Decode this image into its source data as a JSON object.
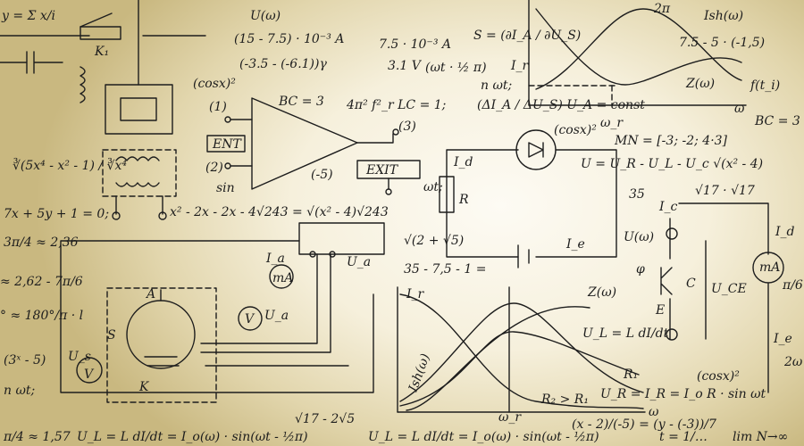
{
  "colors": {
    "ink": "#1d1d1d",
    "paper_center": "#fdfbf4",
    "paper_edge": "#c9b880"
  },
  "formulas": [
    "y = Σ x/i",
    "U(ω)",
    "S = (∂I_A / ∂U_S)",
    "2π",
    "Ish(ω)",
    "7.5 - 5 · (-1,5)",
    "f(t_i)",
    "BC = 3",
    "(15 - 7.5) · 10⁻³ A",
    "(-3.5 - (-6.1))γ",
    "7.5 · 10⁻³ A",
    "3.1 V",
    "(ωt · ½ π)",
    "K₁",
    "(cosx)²",
    "BC = 3",
    "4π² f²_r LC = 1;",
    "(ΔI_A / ΔU_S) U_A = const",
    "n ωt;",
    "I_r",
    "Z(ω)",
    "ω_r",
    "ω",
    "(1)",
    "ENT",
    "(2)",
    "sin",
    "(3)",
    "(-5)",
    "EXIT",
    "(cosx)²",
    "MN = [-3; -2; 4·3]",
    "∛(5x⁴ - x² - 1) / ∛x⁴",
    "U = U_R - U_L - U_c √(x² - 4)",
    "I_d",
    "R",
    "ωt;",
    "I_e",
    "35",
    "√17 · √17",
    "7x + 5y + 1 = 0;",
    "x² - 2x - 2x - 4√243 = √(x² - 4)√243",
    "I_c",
    "U(ω)",
    "I_d",
    "mA",
    "3π/4 ≈ 2,36",
    "√(2 + √5)",
    "35 - 7,5 - 1 =",
    "I_a",
    "mA",
    "U_a",
    "≈ 2,62 - 7π/6",
    "I_r",
    "Z(ω)",
    "φ",
    "C",
    "U_CE",
    "E",
    "π/6",
    "A",
    "V",
    "U_a",
    "S",
    "U_s",
    "V",
    "K",
    "° ≈ 180°/π · l",
    "U_L = L dI/dt",
    "(3ˣ - 5)",
    "n ωt;",
    "Ish(ω)",
    "R₁",
    "R₂ > R₁",
    "I_e",
    "2ω",
    "(cosx)²",
    "U_R = I_R = I_o R · sin ωt",
    "ω_r",
    "ω",
    "π/4 ≈ 1,57",
    "U_L = L dI/dt = I_o(ω) · sin(ωt - ½π)",
    "√17 - 2√5",
    "U_L = L dI/dt = I_o(ω) · sin(ωt - ½π)",
    "t = 1/…",
    "(x - 2)/(-5) = (y - (-3))/7",
    "lim N→∞"
  ]
}
